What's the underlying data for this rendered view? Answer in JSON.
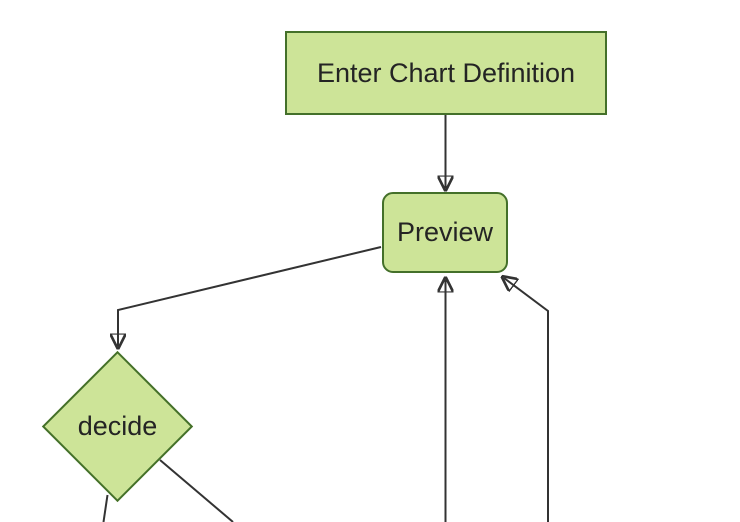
{
  "diagram": {
    "type": "flowchart",
    "direction": "top-down",
    "nodes": [
      {
        "id": "A",
        "label": "Enter Chart Definition",
        "shape": "rectangle"
      },
      {
        "id": "B",
        "label": "Preview",
        "shape": "rounded-rectangle"
      },
      {
        "id": "C",
        "label": "decide",
        "shape": "diamond"
      }
    ],
    "edges": [
      {
        "from": "Enter Chart Definition",
        "to": "Preview",
        "arrowhead": true
      },
      {
        "from": "Preview",
        "to": "decide",
        "arrowhead": true
      },
      {
        "from": "offscreen-bottom",
        "to": "Preview",
        "arrowhead": true
      },
      {
        "from": "offscreen-bottom-right",
        "to": "Preview",
        "arrowhead": true
      },
      {
        "from": "decide",
        "to": "offscreen-bottom",
        "arrowhead": false
      },
      {
        "from": "decide",
        "to": "offscreen-bottom-right",
        "arrowhead": false
      }
    ],
    "colors": {
      "node_fill": "#cde498",
      "node_border": "#44702a",
      "edge_line": "#333333",
      "arrowhead": "#333333",
      "label_text": "#242424",
      "background": "#ffffff"
    }
  }
}
